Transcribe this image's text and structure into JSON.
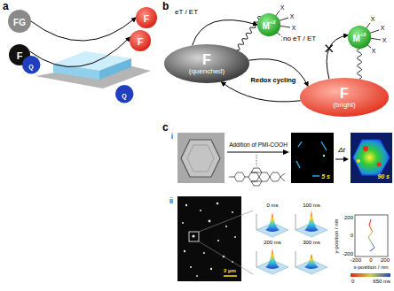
{
  "diagram": {
    "nodes": [
      {
        "text": [
          "FG"
        ]
      },
      {
        "text": [
          "F"
        ]
      },
      {
        "text": [
          "Q"
        ]
      },
      {
        "text": [
          "F"
        ]
      },
      {
        "text": [
          "F"
        ]
      },
      {
        "text": [
          "Q"
        ]
      },
      {
        "text": [
          "F",
          "(quenched)"
        ]
      },
      {
        "text": [
          "M",
          "+2"
        ]
      },
      {
        "text": [
          "F",
          "(bright)"
        ]
      },
      {
        "text": [
          "M",
          "+2"
        ]
      }
    ],
    "edges": [
      {
        "from": 0,
        "to": 3,
        "arrow": "to"
      },
      {
        "from": 1,
        "to": 4,
        "arrow": "to"
      },
      {
        "from": 6,
        "to": 7,
        "arrow": "to",
        "label": "eT / ET"
      },
      {
        "from": 8,
        "to": 9,
        "arrow": "to",
        "label": "no eT / ET"
      },
      {
        "from": 6,
        "to": 8,
        "arrow": "to"
      },
      {
        "from": 8,
        "to": 6,
        "arrow": "to"
      },
      {
        "from": 6,
        "to": 7,
        "arrow": "none"
      },
      {
        "from": 8,
        "to": 9,
        "arrow": "none"
      }
    ],
    "labels": [
      "a",
      "b",
      "X",
      "X",
      "X",
      "X",
      "X",
      "X",
      "X",
      "X",
      "Redox cycling",
      "c",
      "i",
      "Addition of PMI-COOH",
      "5 s",
      "Δt",
      "90 s",
      "ii",
      "2 µm",
      "0 ms",
      "100 ms",
      "200 ms",
      "300 ms",
      "y-position / nm",
      "200",
      "0",
      "-200",
      "-200",
      "0",
      "200",
      "x-position / nm",
      "0",
      "650 ms"
    ]
  }
}
